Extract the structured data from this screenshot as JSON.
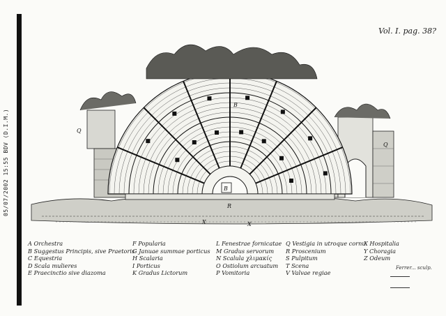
{
  "stamp": "05/07/2002 15:55 BDV (D.I.M.)",
  "volume_ref": "Vol. I. pag. 38?",
  "plate_markers": {
    "orchestra": "B",
    "stage": "R",
    "left_wing": "Q",
    "right_wing": "Q",
    "cavea": "B",
    "front_left": "X",
    "front_right": "X"
  },
  "legend": {
    "col1": [
      "A Orchestra",
      "B Suggestus Principis, sive Praetoris",
      "C Equestria",
      "D Scala mulieres",
      "E Praecinctio sive diazoma"
    ],
    "col2": [
      "F Popularia",
      "G Januae summae porticus",
      "H Scalaria",
      "I Porticus",
      "K Gradus Lictorum"
    ],
    "col3": [
      "L Fenestrae fornicatae",
      "M Gradus servorum",
      "N Scalula χλιμακίς",
      "O Ostiolum arcuatum",
      "P Vomitoria"
    ],
    "col4": [
      "Q Vestigia in utroque cornu",
      "R Proscenium",
      "S Pulpitum",
      "T Scena",
      "V Valvae regiae"
    ],
    "col5": [
      "X Hospitalia",
      "Y Choragia",
      "Z Odeum"
    ]
  },
  "signature": "Ferrer... sculp."
}
